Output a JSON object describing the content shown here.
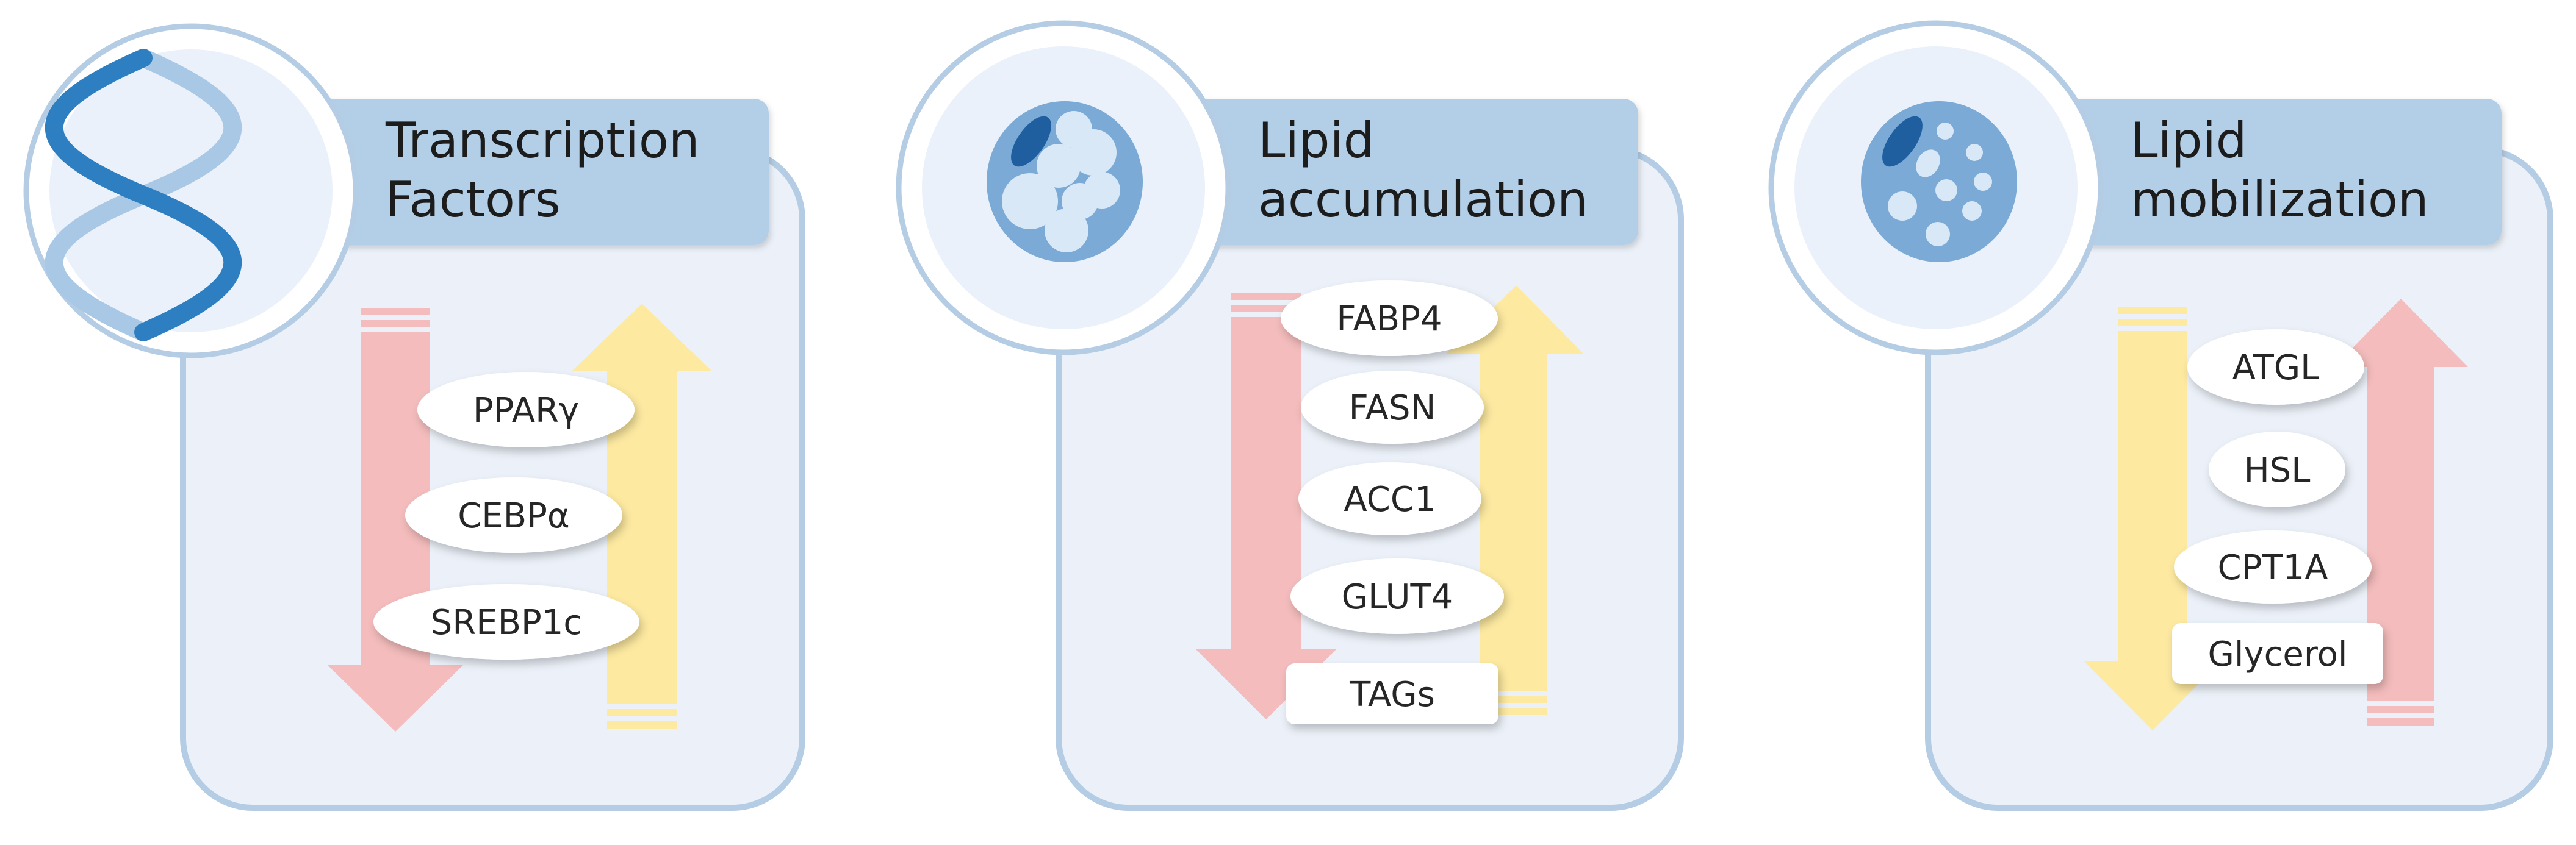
{
  "panels": [
    {
      "id": "transcription",
      "icon": "dna-helix-icon",
      "title_lines": [
        "Transcription",
        "Factors"
      ],
      "down_arrow_color": "#f4bcbc",
      "up_arrow_color": "#fde9a0",
      "items": [
        {
          "label": "PPARγ",
          "shape": "ellipse"
        },
        {
          "label": "CEBPα",
          "shape": "ellipse"
        },
        {
          "label": "SREBP1c",
          "shape": "ellipse"
        }
      ]
    },
    {
      "id": "accumulation",
      "icon": "lipid-droplet-cell-icon",
      "title_lines": [
        "Lipid",
        "accumulation"
      ],
      "down_arrow_color": "#f4bcbc",
      "up_arrow_color": "#fde9a0",
      "items": [
        {
          "label": "FABP4",
          "shape": "ellipse"
        },
        {
          "label": "FASN",
          "shape": "ellipse"
        },
        {
          "label": "ACC1",
          "shape": "ellipse"
        },
        {
          "label": "GLUT4",
          "shape": "ellipse"
        },
        {
          "label": "TAGs",
          "shape": "rect"
        }
      ]
    },
    {
      "id": "mobilization",
      "icon": "small-droplet-cell-icon",
      "title_lines": [
        "Lipid",
        "mobilization"
      ],
      "down_arrow_color": "#fde9a0",
      "up_arrow_color": "#f4bcbc",
      "items": [
        {
          "label": "ATGL",
          "shape": "ellipse"
        },
        {
          "label": "HSL",
          "shape": "ellipse"
        },
        {
          "label": "CPT1A",
          "shape": "ellipse"
        },
        {
          "label": "Glycerol",
          "shape": "rect"
        }
      ]
    }
  ],
  "colors": {
    "panel_fill": "#ecf1f9",
    "panel_border": "#b4cde4",
    "header_fill": "#b3cfe8",
    "circle_fill": "#eaf1fa",
    "cell_fill": "#7aaad5",
    "nucleus_fill": "#1f5fa0"
  }
}
